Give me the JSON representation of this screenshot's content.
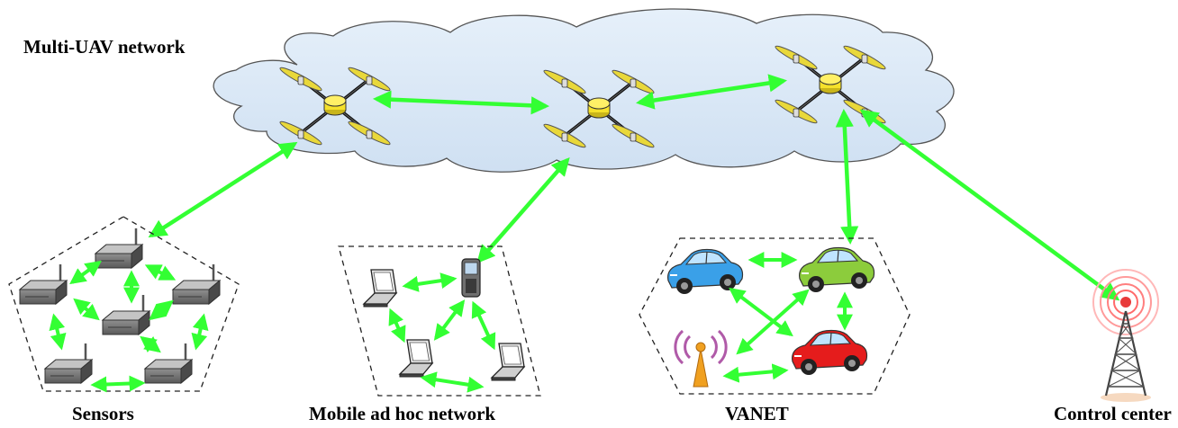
{
  "labels": {
    "uav_network": "Multi-UAV network",
    "sensors": "Sensors",
    "manet": "Mobile ad hoc network",
    "vanet": "VANET",
    "control_center": "Control center"
  },
  "colors": {
    "link": "#33ff33",
    "cloud_fill": "#dbe9f7",
    "cloud_stroke": "#555555",
    "uav_body": "#f5e12a",
    "uav_prop": "#e9d83a",
    "car_blue": "#3aa0e8",
    "car_green": "#8ccc3c",
    "car_red": "#e51c1c",
    "router": "#8a8a8a",
    "laptop": "#dcdcdc",
    "antenna": "#f0a020",
    "antenna_wave": "#b05aa8",
    "signal_ring": "#ff7070",
    "tower": "#444444"
  },
  "icons": [
    "uav-icon",
    "router-icon",
    "laptop-icon",
    "phone-icon",
    "car-icon",
    "antenna-icon",
    "tower-icon"
  ]
}
